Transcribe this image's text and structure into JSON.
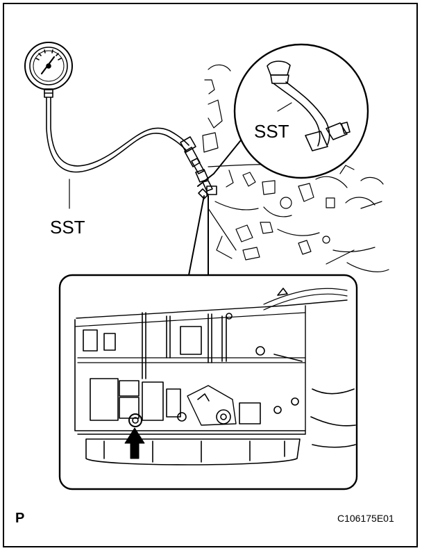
{
  "labels": {
    "sst_hose": "SST",
    "sst_inset": "SST",
    "page_marker": "P",
    "figure_code": "C106175E01"
  },
  "colors": {
    "ink": "#000000",
    "paper": "#ffffff"
  },
  "icons": {
    "pressure_gauge": "pressure-gauge-icon",
    "arrow": "arrow-up-icon"
  }
}
